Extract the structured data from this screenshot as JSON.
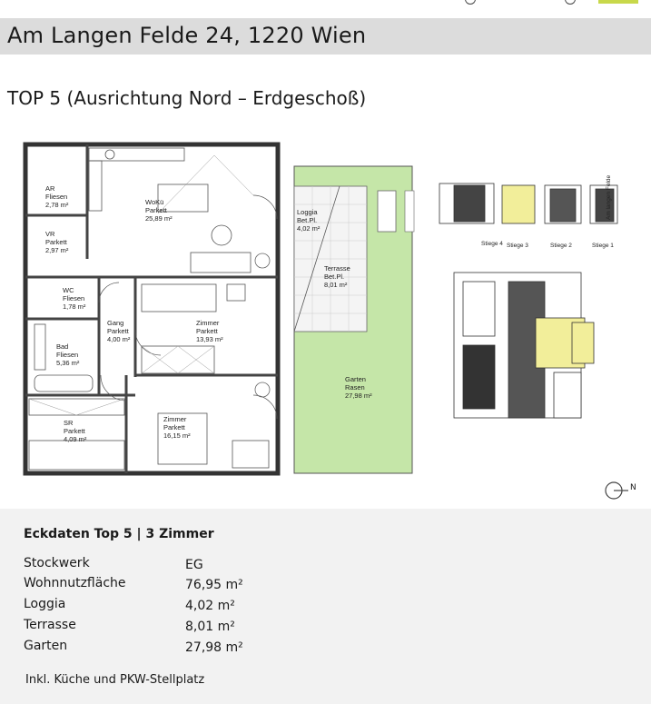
{
  "header": {
    "address": "Am Langen Felde 24, 1220 Wien",
    "accent_color": "#c8d84a",
    "band_color": "#dcdcdc"
  },
  "unit_title": "TOP 5 (Ausrichtung Nord – Erdgeschoß)",
  "floor_plan": {
    "rooms": [
      {
        "name": "AR",
        "floor": "Fliesen",
        "area": "2,78 m²"
      },
      {
        "name": "VR",
        "floor": "Parkett",
        "area": "2,97 m²"
      },
      {
        "name": "WoKü",
        "floor": "Parkett",
        "area": "25,89 m²"
      },
      {
        "name": "WC",
        "floor": "Fliesen",
        "area": "1,78 m²"
      },
      {
        "name": "Gang",
        "floor": "Parkett",
        "area": "4,00 m²"
      },
      {
        "name": "Zimmer",
        "floor": "Parkett",
        "area": "13,93 m²"
      },
      {
        "name": "Bad",
        "floor": "Fliesen",
        "area": "5,36 m²"
      },
      {
        "name": "SR",
        "floor": "Parkett",
        "area": "4,09 m²"
      },
      {
        "name": "Zimmer",
        "floor": "Parkett",
        "area": "16,15 m²"
      },
      {
        "name": "Loggia",
        "floor": "Bet.Pl.",
        "area": "4,02 m²"
      },
      {
        "name": "Terrasse",
        "floor": "Bet.Pl.",
        "area": "8,01 m²"
      },
      {
        "name": "Garten",
        "floor": "Rasen",
        "area": "27,98 m²"
      }
    ],
    "garden_color": "#c5e6a8"
  },
  "site_plan": {
    "stairs": [
      "Stiege 4",
      "Stiege 3",
      "Stiege 2",
      "Stiege 1"
    ],
    "street_label": "Am langen Felde",
    "highlight_color": "#f2ee9a",
    "compass_label": "N"
  },
  "info": {
    "heading": "Eckdaten Top 5 | 3 Zimmer",
    "rows": [
      {
        "label": "Stockwerk",
        "value": "EG"
      },
      {
        "label": "Wohnnutzfläche",
        "value": "76,95 m²"
      },
      {
        "label": "Loggia",
        "value": "4,02 m²"
      },
      {
        "label": "Terrasse",
        "value": "8,01 m²"
      },
      {
        "label": "Garten",
        "value": "27,98 m²"
      }
    ],
    "note": "Inkl. Küche und PKW-Stellplatz"
  }
}
